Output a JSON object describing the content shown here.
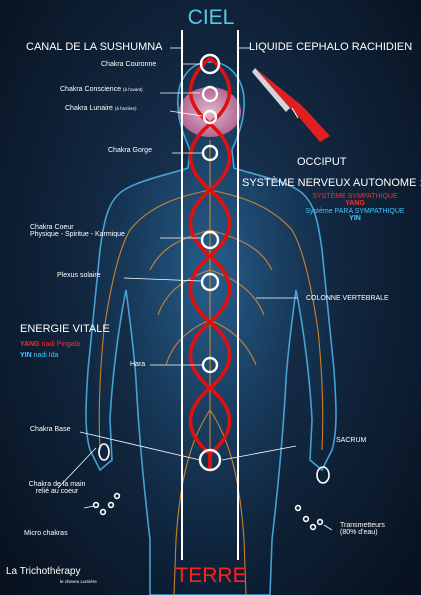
{
  "header": {
    "ciel": "CIEL",
    "canal": "CANAL DE LA SUSHUMNA",
    "liquide": "LIQUIDE CEPHALO RACHIDIEN"
  },
  "left_labels": {
    "couronne": "Chakra Couronne",
    "conscience": "Chakra Conscience",
    "conscience_note": "(à l'avant)",
    "lunaire": "Chakra Lunaire",
    "lunaire_note": "(à l'arrière)",
    "gorge": "Chakra Gorge",
    "coeur_1": "Chakra Coeur",
    "coeur_2": "Physique - Spiritue - Karmique",
    "plexus": "Plexus solaire",
    "hara": "Hara",
    "base": "Chakra Base",
    "main_1": "Chakra de la main",
    "main_2": "relié au coeur",
    "micro": "Micro chakras"
  },
  "right_labels": {
    "occiput": "OCCIPUT",
    "systeme": "SYSTÈME NERVEUX AUTONOME :",
    "sympathique": "SYSTÈME SYMPATHIQUE",
    "yang": "YANG",
    "para": "Système PARA SYMPATHIQUE",
    "yin": "YIN",
    "colonne": "COLONNE VERTEBRALE",
    "sacrum": "SACRUM",
    "transmetteurs_1": "Transmetteurs",
    "transmetteurs_2": "(80% d'eau)"
  },
  "energie": {
    "title": "ENERGIE VITALE",
    "yang_word": "YANG",
    "yang_rest": "nadi Pingala",
    "yin_word": "YIN",
    "yin_rest": "nadi Ida"
  },
  "footer": {
    "brand": "La Trichothérapy",
    "tagline": "le cheveu Lumière",
    "terre": "TERRE"
  },
  "colors": {
    "ciel": "#5cc8e8",
    "terre": "#ff2020",
    "helix": "#e01010",
    "nerve": "#e08a2a",
    "body": "#3aa8e0"
  }
}
